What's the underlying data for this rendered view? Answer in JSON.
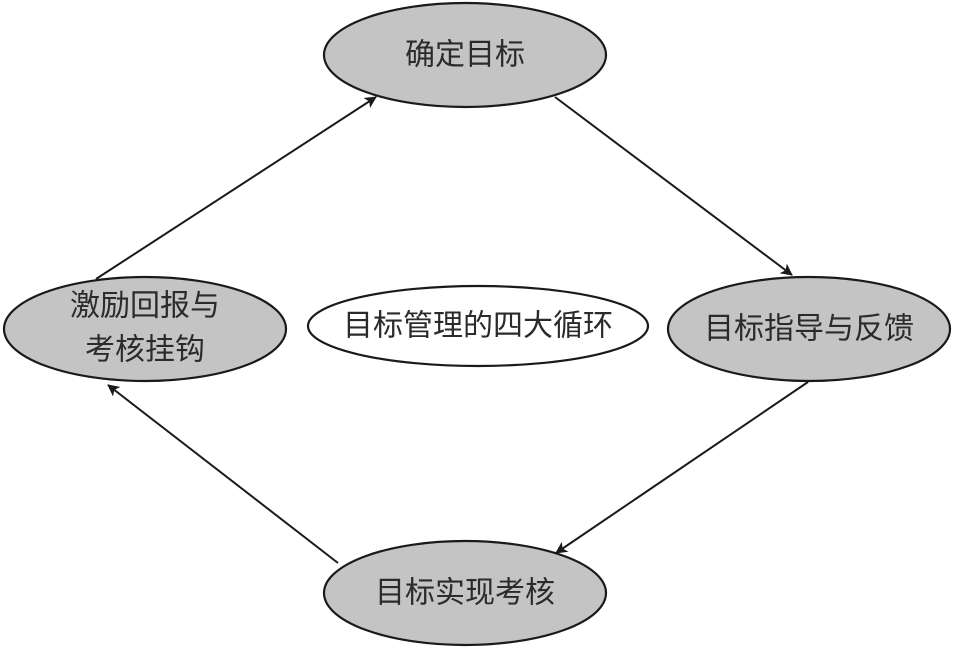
{
  "diagram": {
    "center_label": "目标管理的四大循环",
    "nodes": [
      {
        "id": "set-goals",
        "lines": [
          "确定目标"
        ]
      },
      {
        "id": "guidance-feedback",
        "lines": [
          "目标指导与反馈"
        ]
      },
      {
        "id": "achievement-assessment",
        "lines": [
          "目标实现考核"
        ]
      },
      {
        "id": "reward-link",
        "lines": [
          "激励回报与",
          "考核挂钩"
        ]
      }
    ],
    "edges": [
      {
        "from": "set-goals",
        "to": "guidance-feedback"
      },
      {
        "from": "guidance-feedback",
        "to": "achievement-assessment"
      },
      {
        "from": "achievement-assessment",
        "to": "reward-link"
      },
      {
        "from": "reward-link",
        "to": "set-goals"
      }
    ],
    "colors": {
      "node_fill": "#c4c4c4",
      "center_fill": "#ffffff",
      "stroke": "#1a1a1a",
      "text": "#2b2b2b"
    }
  }
}
